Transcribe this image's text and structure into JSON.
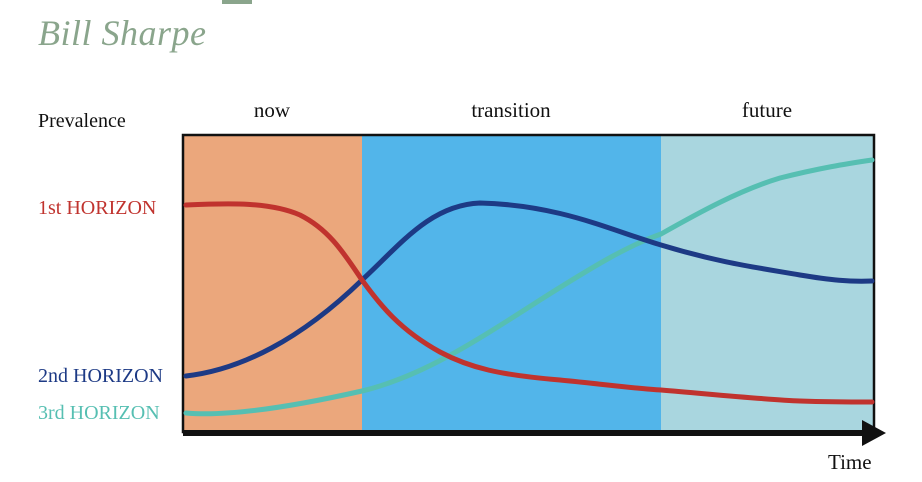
{
  "author": "Bill Sharpe",
  "y_axis_label": "Prevalence",
  "x_axis_label": "Time",
  "phases": [
    {
      "label": "now",
      "color": "#eba77c"
    },
    {
      "label": "transition",
      "color": "#52b5ea"
    },
    {
      "label": "future",
      "color": "#a9d6df"
    }
  ],
  "horizons": [
    {
      "label": "1st HORIZON",
      "color": "#c0332e"
    },
    {
      "label": "2nd HORIZON",
      "color": "#1d3a85"
    },
    {
      "label": "3rd HORIZON",
      "color": "#56bfb2"
    }
  ],
  "accent_color": "#8aa58c"
}
